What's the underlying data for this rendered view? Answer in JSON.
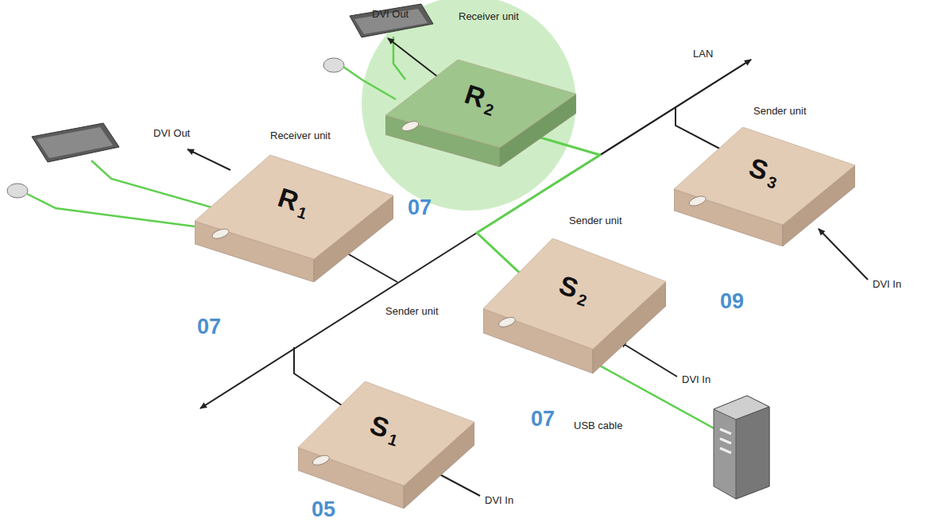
{
  "diagram": {
    "nodes": [
      {
        "text": [
          "Receiver unit",
          "R",
          "2"
        ]
      },
      {
        "text": [
          "Receiver unit",
          "R",
          "1"
        ]
      },
      {
        "text": [
          "Sender unit",
          "S",
          "3"
        ]
      },
      {
        "text": [
          "Sender unit",
          "S",
          "2"
        ]
      },
      {
        "text": [
          "Sender unit",
          "S",
          "1"
        ]
      }
    ],
    "edges": [
      {
        "from": 0,
        "to": 3,
        "arrow": "none"
      }
    ],
    "labels": [
      "DVI Out",
      "DVI Out",
      "DVI In",
      "DVI In",
      "DVI In",
      "USB cable",
      "LAN",
      "07",
      "07",
      "07",
      "05",
      "09"
    ]
  }
}
